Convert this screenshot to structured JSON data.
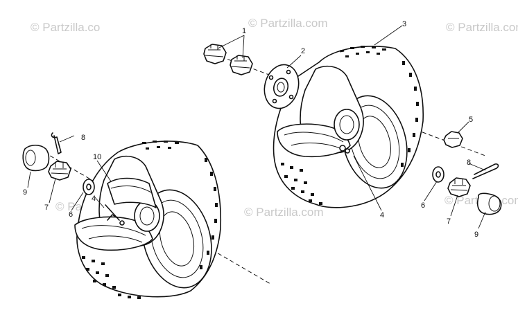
{
  "watermark": {
    "text": "© Partzilla.com",
    "text_short": "© Partzilla.co"
  },
  "callouts": {
    "c1": "1",
    "c2": "2",
    "c3": "3",
    "c4_right": "4",
    "c5": "5",
    "c6_right": "6",
    "c7_right": "7",
    "c8_right": "8",
    "c9_right": "9",
    "c4_left": "4",
    "c6_left": "6",
    "c7_left": "7",
    "c8_left": "8",
    "c9_left": "9",
    "c10": "10"
  },
  "colors": {
    "line": "#111111",
    "watermark": "#c9c9c9",
    "background": "#ffffff"
  }
}
